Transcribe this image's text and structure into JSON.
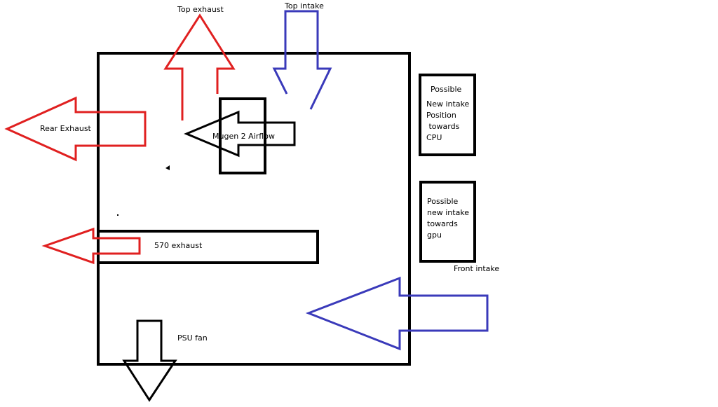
{
  "labels": {
    "top_exhaust": "Top exhaust",
    "top_intake": "Top intake",
    "rear_exhaust": "Rear Exhaust",
    "mugen_airflow": "Mugen 2 Airflow",
    "gpu_exhaust": "570 exhaust",
    "psu_fan": "PSU  fan",
    "front_intake": "Front intake"
  },
  "candidates": {
    "cpu_box": [
      "Possible",
      "New intake",
      "Position",
      " towards",
      "CPU"
    ],
    "gpu_box": [
      "Possible",
      "new intake",
      "towards",
      "gpu"
    ]
  },
  "colors": {
    "exhaust": "#e02020",
    "intake": "#3a3aba",
    "outline": "#000000"
  }
}
